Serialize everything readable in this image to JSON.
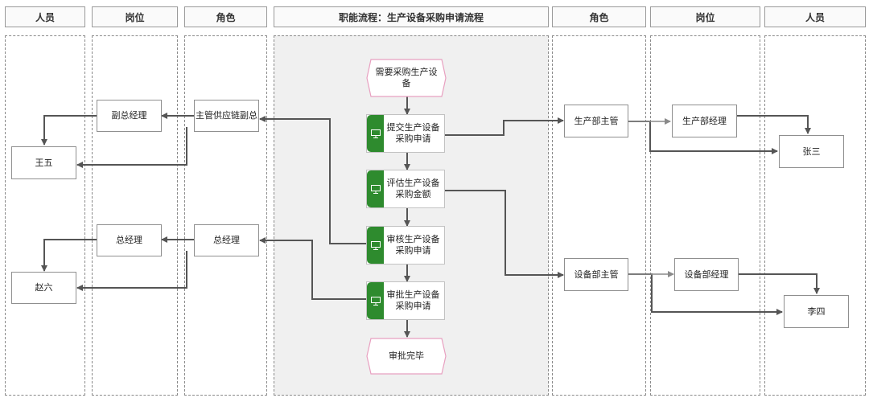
{
  "headers": {
    "left_person": "人员",
    "left_post": "岗位",
    "left_role": "角色",
    "process": "职能流程：生产设备采购申请流程",
    "right_role": "角色",
    "right_post": "岗位",
    "right_person": "人员"
  },
  "flow": {
    "start": "需要采购生产设备",
    "step1": "提交生产设备采购申请",
    "step2": "评估生产设备采购金额",
    "step3": "审核生产设备采购申请",
    "step4": "审批生产设备采购申请",
    "end": "审批完毕"
  },
  "left": {
    "role1": "主管供应链副总",
    "role2": "总经理",
    "post1": "副总经理",
    "post2": "总经理",
    "person1": "王五",
    "person2": "赵六"
  },
  "right": {
    "role1": "生产部主管",
    "role2": "设备部主管",
    "post1": "生产部经理",
    "post2": "设备部经理",
    "person1": "张三",
    "person2": "李四"
  },
  "colors": {
    "process_tab": "#2e8b2e",
    "terminal_border": "#e8a0c0",
    "connector": "#555555"
  },
  "icons": {
    "process": "monitor-icon"
  }
}
